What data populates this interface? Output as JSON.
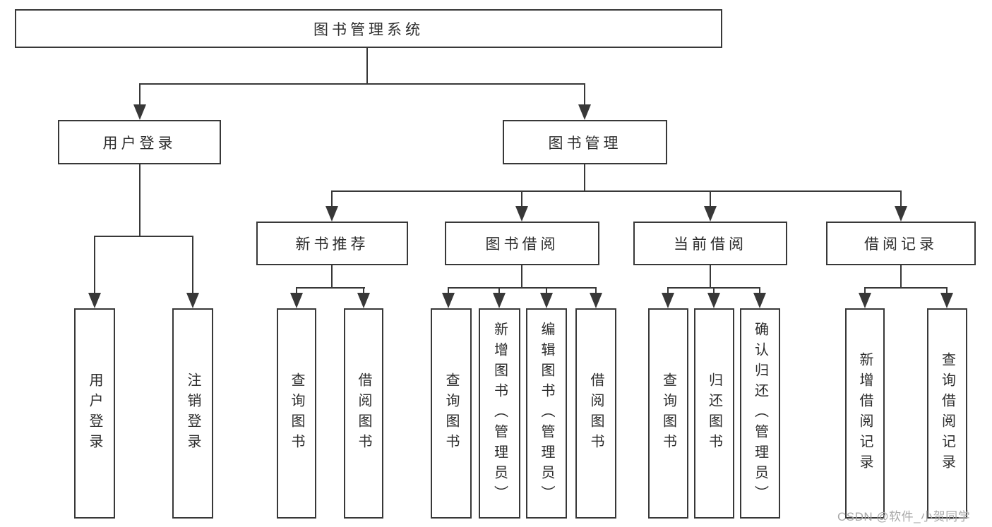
{
  "diagram": {
    "root": {
      "label": "图书管理系统"
    },
    "level2": [
      {
        "label": "用户登录",
        "children": [
          "用户登录",
          "注销登录"
        ]
      },
      {
        "label": "图书管理"
      }
    ],
    "level3": [
      {
        "label": "新书推荐",
        "children": [
          "查询图书",
          "借阅图书"
        ]
      },
      {
        "label": "图书借阅",
        "children": [
          "查询图书",
          "新增图书（管理员）",
          "编辑图书（管理员）",
          "借阅图书"
        ]
      },
      {
        "label": "当前借阅",
        "children": [
          "查询图书",
          "归还图书",
          "确认归还（管理员）"
        ]
      },
      {
        "label": "借阅记录",
        "children": [
          "新增借阅记录",
          "查询借阅记录"
        ]
      }
    ],
    "watermark": "CSDN @软件_小贺同学",
    "colors": {
      "line": "#383838",
      "text": "#2d2d2d",
      "watermark": "#a8a8a8",
      "background": "#ffffff"
    }
  }
}
